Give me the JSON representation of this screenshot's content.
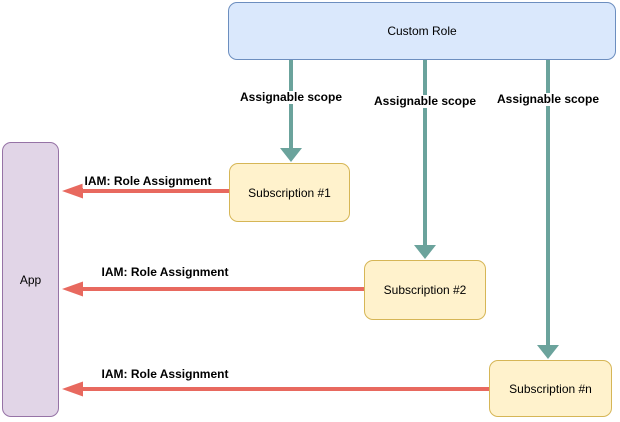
{
  "diagram": {
    "nodes": {
      "custom_role": {
        "label": "Custom Role"
      },
      "app": {
        "label": "App"
      },
      "subscriptions": [
        {
          "label": "Subscription #1"
        },
        {
          "label": "Subscription #2"
        },
        {
          "label": "Subscription #n"
        }
      ]
    },
    "edges": {
      "assignable_scope_labels": [
        "Assignable scope",
        "Assignable scope",
        "Assignable scope"
      ],
      "iam_labels": [
        "IAM: Role Assignment",
        "IAM: Role Assignment",
        "IAM: Role Assignment"
      ]
    },
    "colors": {
      "custom_role_fill": "#dae8fc",
      "custom_role_stroke": "#6c8ebf",
      "subscription_fill": "#fff2cc",
      "subscription_stroke": "#d6b656",
      "app_fill": "#e1d5e7",
      "app_stroke": "#9673a6",
      "scope_arrow": "#6ba39c",
      "iam_arrow": "#e8695f",
      "label_text": "#000000",
      "background": "#ffffff"
    }
  }
}
